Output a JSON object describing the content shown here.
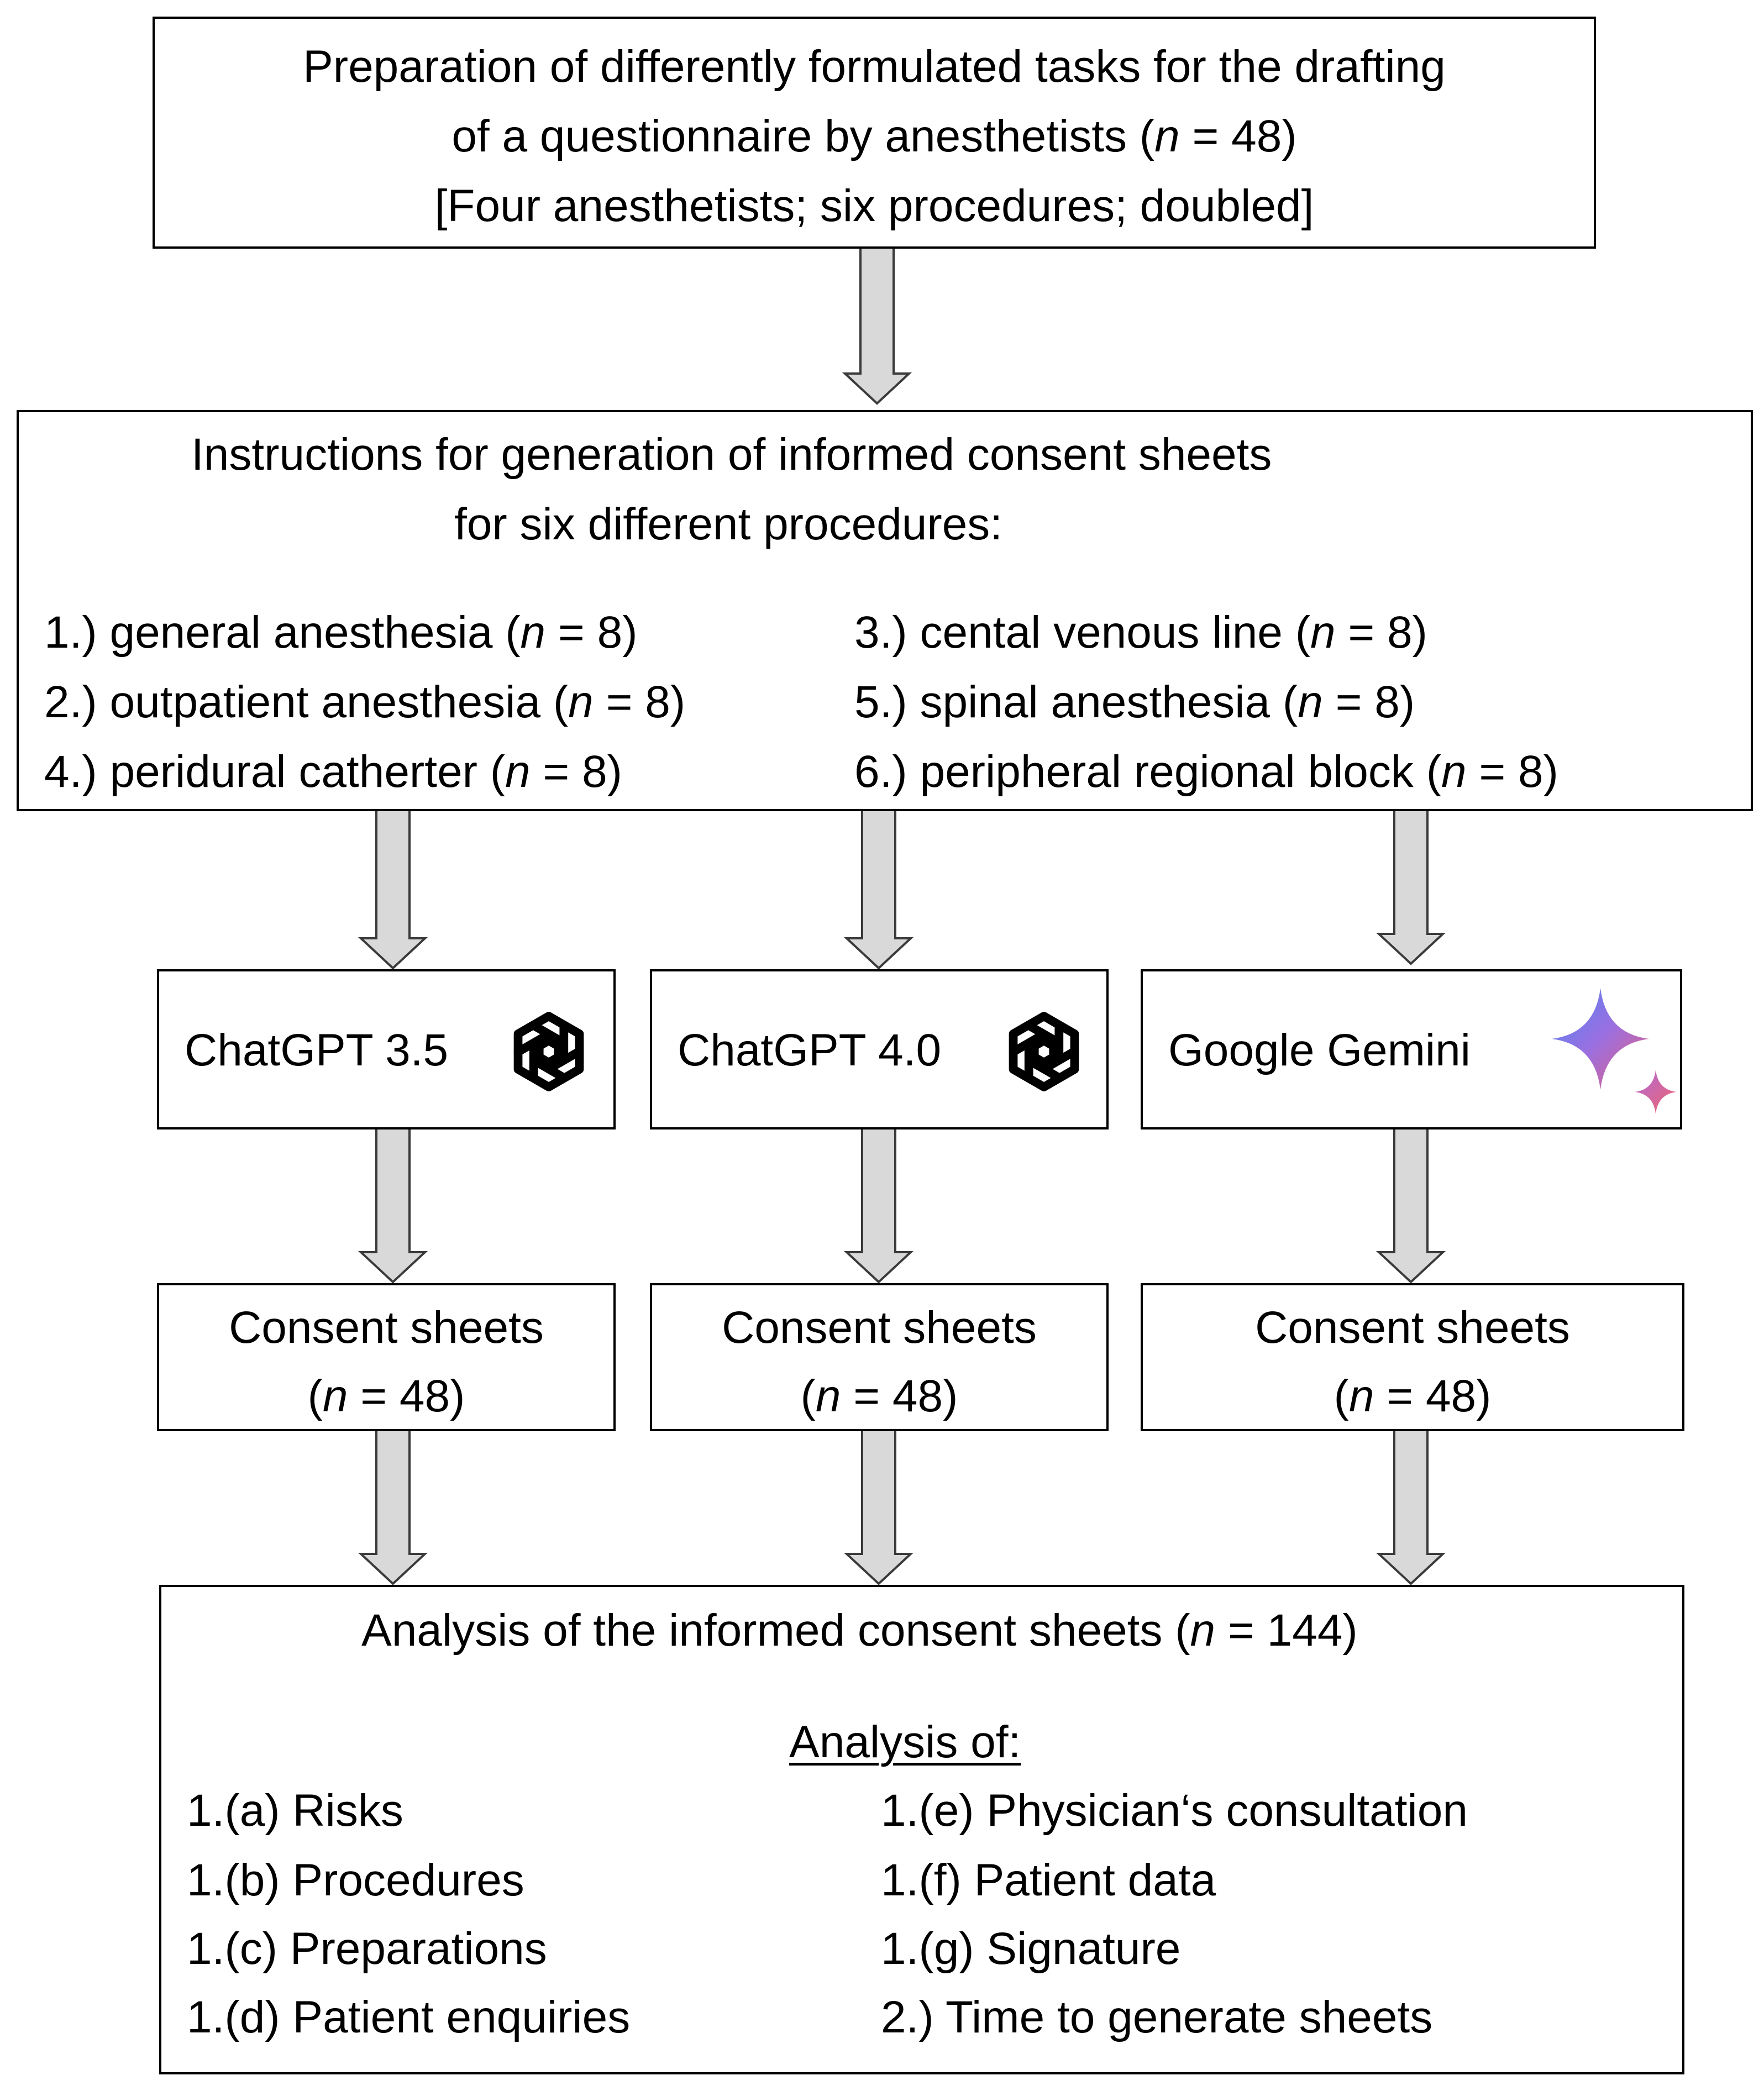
{
  "box1": {
    "line1": "Preparation of differently formulated tasks for the drafting",
    "line2_pre": "of a questionnaire by anesthetists (",
    "n_symbol": "n",
    "line2_post": " = 48)",
    "line3": "[Four anesthetists; six procedures; doubled]"
  },
  "box2": {
    "title1": "Instructions for generation of informed consent sheets",
    "title2": "for six different procedures:",
    "n_symbol": "n",
    "n_suffix": " = 8)",
    "items": [
      {
        "pre": "1.) general anesthesia ("
      },
      {
        "pre": "2.) outpatient anesthesia ("
      },
      {
        "pre": "4.) peridural catherter ("
      },
      {
        "pre": "3.) cental venous line ("
      },
      {
        "pre": "5.) spinal anesthesia ("
      },
      {
        "pre": "6.) peripheral regional block ("
      }
    ]
  },
  "models": [
    {
      "label": "ChatGPT 3.5",
      "icon": "openai-logo-icon"
    },
    {
      "label": "ChatGPT 4.0",
      "icon": "openai-logo-icon"
    },
    {
      "label": "Google Gemini",
      "icon": "gemini-sparkle-icon"
    }
  ],
  "sheets": {
    "label": "Consent sheets",
    "n_pre": "(",
    "n_symbol": "n",
    "n_post": " = 48)"
  },
  "analysis": {
    "title_pre": "Analysis of the informed consent sheets (",
    "n_symbol": "n",
    "title_post": " = 144)",
    "subtitle": "Analysis of:",
    "left": [
      "1.(a) Risks",
      "1.(b) Procedures",
      "1.(c) Preparations",
      "1.(d) Patient enquiries"
    ],
    "right": [
      "1.(e) Physician‘s consultation",
      "1.(f) Patient data",
      "1.(g) Signature",
      "2.) Time to generate sheets"
    ]
  },
  "colors": {
    "border": "#000000",
    "arrow_fill": "#d9d9d9",
    "arrow_stroke": "#3a3a3a",
    "gemini_gradient": [
      "#4f86f7",
      "#9b6fe0",
      "#e8607a"
    ]
  }
}
